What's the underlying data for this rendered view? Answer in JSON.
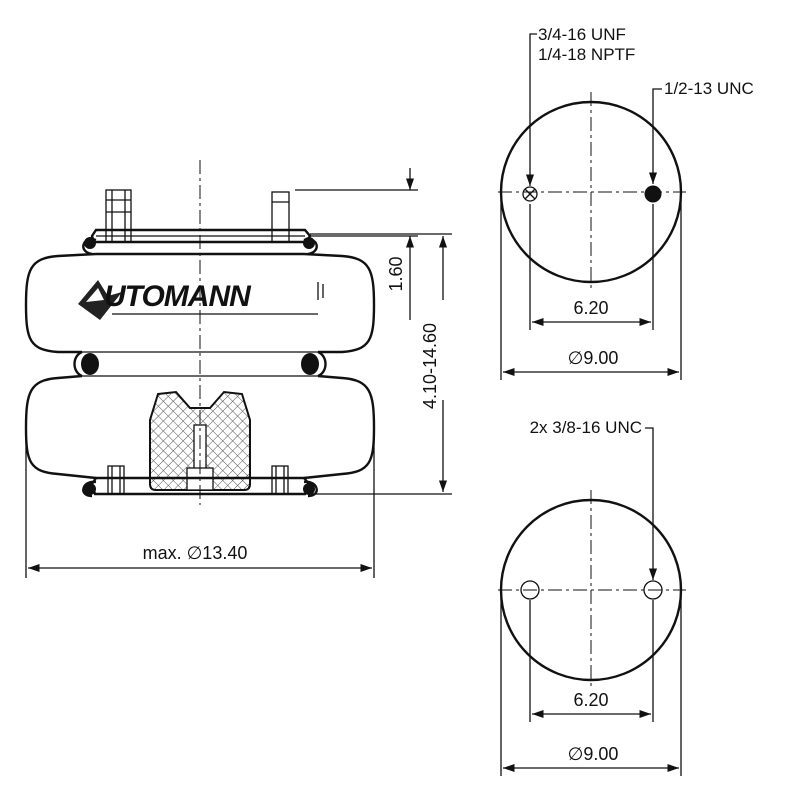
{
  "brand": {
    "logo_text": "UTOMANN"
  },
  "side_view": {
    "height_dim": "1.60",
    "range_dim": "4.10-14.60",
    "diameter_dim": "max. ∅13.40"
  },
  "top_plate": {
    "thread_1": "3/4-16 UNF",
    "thread_2": "1/4-18 NPTF",
    "thread_3": "1/2-13 UNC",
    "spacing_dim": "6.20",
    "diameter_dim": "∅9.00"
  },
  "bottom_plate": {
    "thread_note": "2x 3/8-16 UNC",
    "spacing_dim": "6.20",
    "diameter_dim": "∅9.00"
  },
  "colors": {
    "line": "#111111",
    "hatch": "#555555"
  }
}
